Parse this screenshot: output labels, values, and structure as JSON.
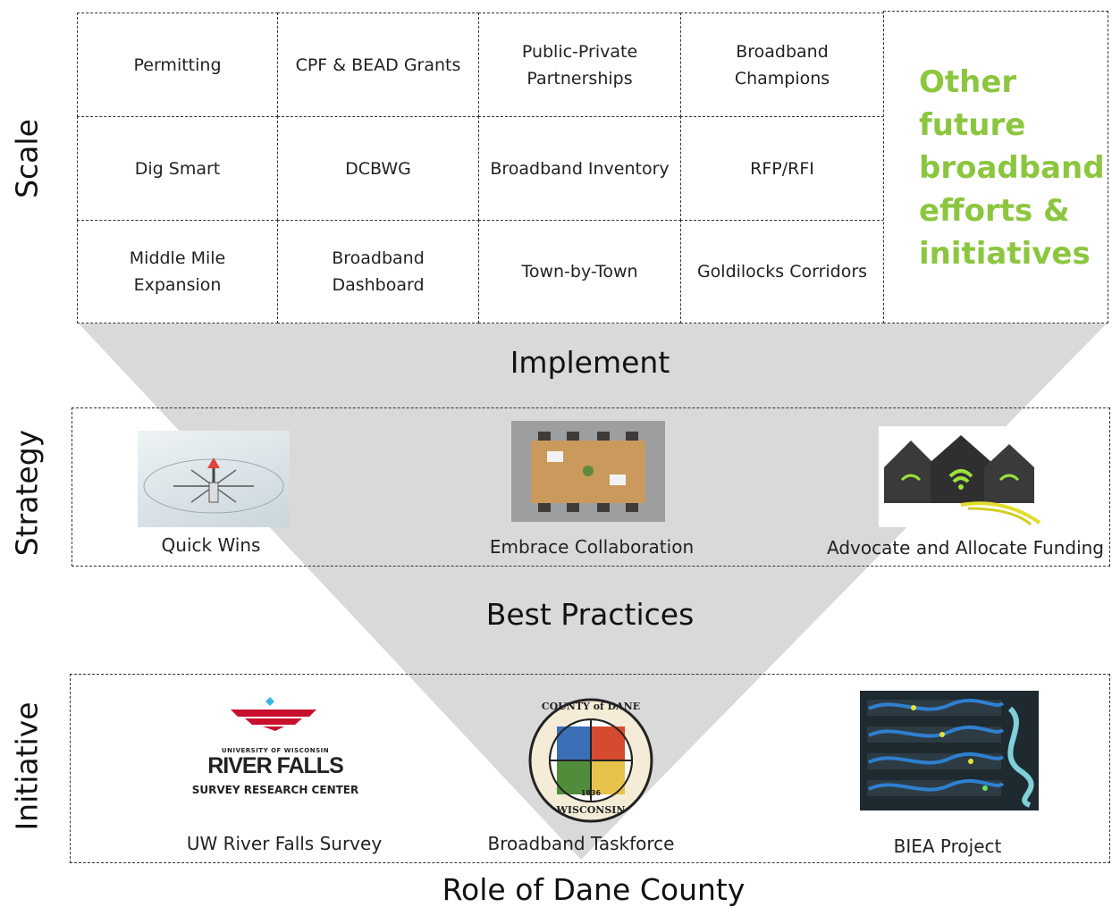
{
  "axis_labels": {
    "scale": "Scale",
    "strategy": "Strategy",
    "initiative": "Initiative"
  },
  "stages": {
    "implement": "Implement",
    "best_practices": "Best Practices",
    "role": "Role of Dane County"
  },
  "scale_grid": [
    [
      "Permitting",
      "CPF & BEAD Grants",
      "Public-Private Partnerships",
      "Broadband Champions"
    ],
    [
      "Dig Smart",
      "DCBWG",
      "Broadband Inventory",
      "RFP/RFI"
    ],
    [
      "Middle Mile Expansion",
      "Broadband Dashboard",
      "Town-by-Town",
      "Goldilocks Corridors"
    ]
  ],
  "other_initiatives": "Other future broadband efforts & initiatives",
  "strategy": [
    {
      "caption": "Quick Wins",
      "image": "compass-photo"
    },
    {
      "caption": "Embrace Collaboration",
      "image": "meeting-table-photo"
    },
    {
      "caption": "Advocate and Allocate Funding",
      "image": "wifi-houses-photo"
    }
  ],
  "initiative": [
    {
      "caption": "UW River Falls Survey",
      "image": "uw-river-falls-logo"
    },
    {
      "caption": "Broadband Taskforce",
      "image": "dane-county-seal"
    },
    {
      "caption": "BIEA Project",
      "image": "fiber-rack-photo"
    }
  ],
  "logo_text": {
    "university": "UNIVERSITY OF WISCONSIN",
    "river_falls": "RIVER FALLS",
    "center": "SURVEY RESEARCH CENTER"
  },
  "seal_text": {
    "top": "COUNTY of DANE",
    "bottom": "WISCONSIN",
    "year": "1836"
  },
  "colors": {
    "funnel": "#d9d9d9",
    "accent_green": "#8cc63f",
    "logo_red": "#c8102e"
  }
}
